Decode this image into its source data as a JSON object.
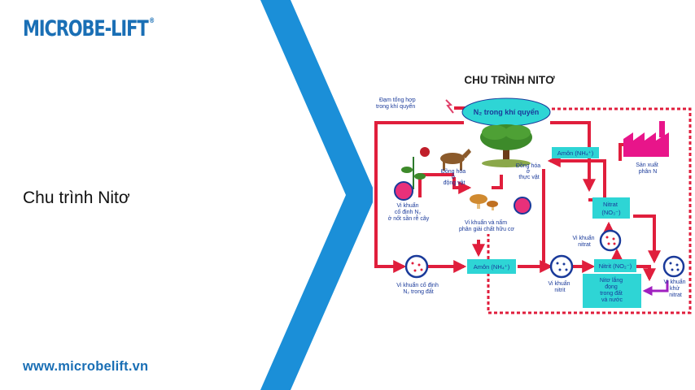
{
  "brand": {
    "logo_text": "MICROBE-LIFT",
    "registered_mark": "®"
  },
  "slide": {
    "title": "Chu trình Nitơ"
  },
  "footer": {
    "website": "www.microbelift.vn"
  },
  "colors": {
    "brand_blue": "#1a6fb5",
    "chevron_blue": "#1b8fd8",
    "arrow_red": "#e01e3c",
    "box_cyan": "#2ed5d5"
  },
  "diagram": {
    "title": "CHU TRÌNH NITƠ",
    "labels": {
      "lightning": [
        "Đạm tổng hợp",
        "trong khí quyển"
      ],
      "atmosphere": "N₂ trong khí quyển",
      "factory": [
        "Sản xuất",
        "phân N"
      ],
      "animal": [
        "Đồng hóa",
        "ở",
        "động vật"
      ],
      "plant": [
        "Đồng hóa",
        "ở",
        "thực vật"
      ],
      "root_bacteria": [
        "Vi khuẩn",
        "cố định N₂",
        "ở nốt sần rễ cây"
      ],
      "decomposers": [
        "Vi khuẩn và nấm",
        "phân giải chất hữu cơ"
      ],
      "soil_bacteria": [
        "Vi khuẩn cố định",
        "N₂ trong đất"
      ],
      "nitrite_bacteria": [
        "Vi khuẩn",
        "nitrit"
      ],
      "nitrate_bacteria": [
        "Vi khuẩn",
        "nitrat"
      ],
      "denitrifier": [
        "Vi khuẩn",
        "khử",
        "nitrat"
      ],
      "sediment": [
        "Nitơ lắng",
        "đọng",
        "trong đất",
        "và nước"
      ]
    },
    "boxes": {
      "ammonium_top": "Amôn (NH₄⁺)",
      "ammonium_bottom": "Amôn (NH₄⁺)",
      "nitrate": [
        "Nitrat",
        "(NO₃⁻)"
      ],
      "nitrite": "Nitrit (NO₂⁻)"
    }
  }
}
